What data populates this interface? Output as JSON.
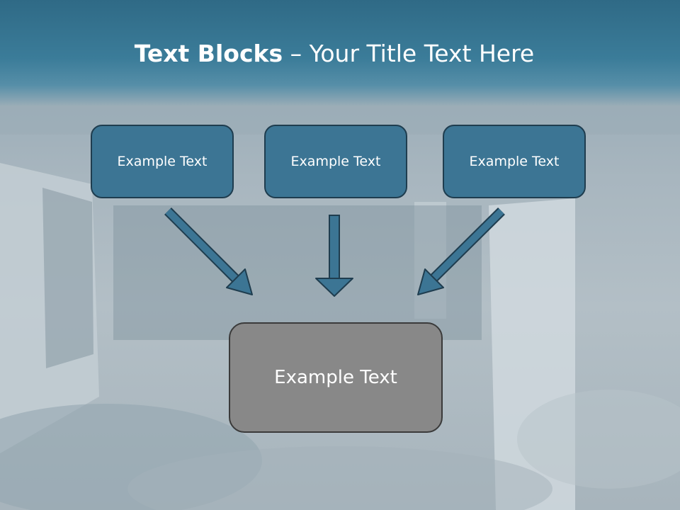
{
  "slide": {
    "title": {
      "bold": "Text Blocks",
      "separator": " – ",
      "rest": "Your Title Text Here"
    },
    "top_boxes": [
      "Example Text",
      "Example Text",
      "Example Text"
    ],
    "bottom_box": "Example Text"
  },
  "colors": {
    "header": "#3b7c99",
    "box_fill": "#3c7594",
    "box_border": "#1f3d4f",
    "bottom_box_fill": "#888888",
    "arrow_fill": "#3c7594"
  }
}
